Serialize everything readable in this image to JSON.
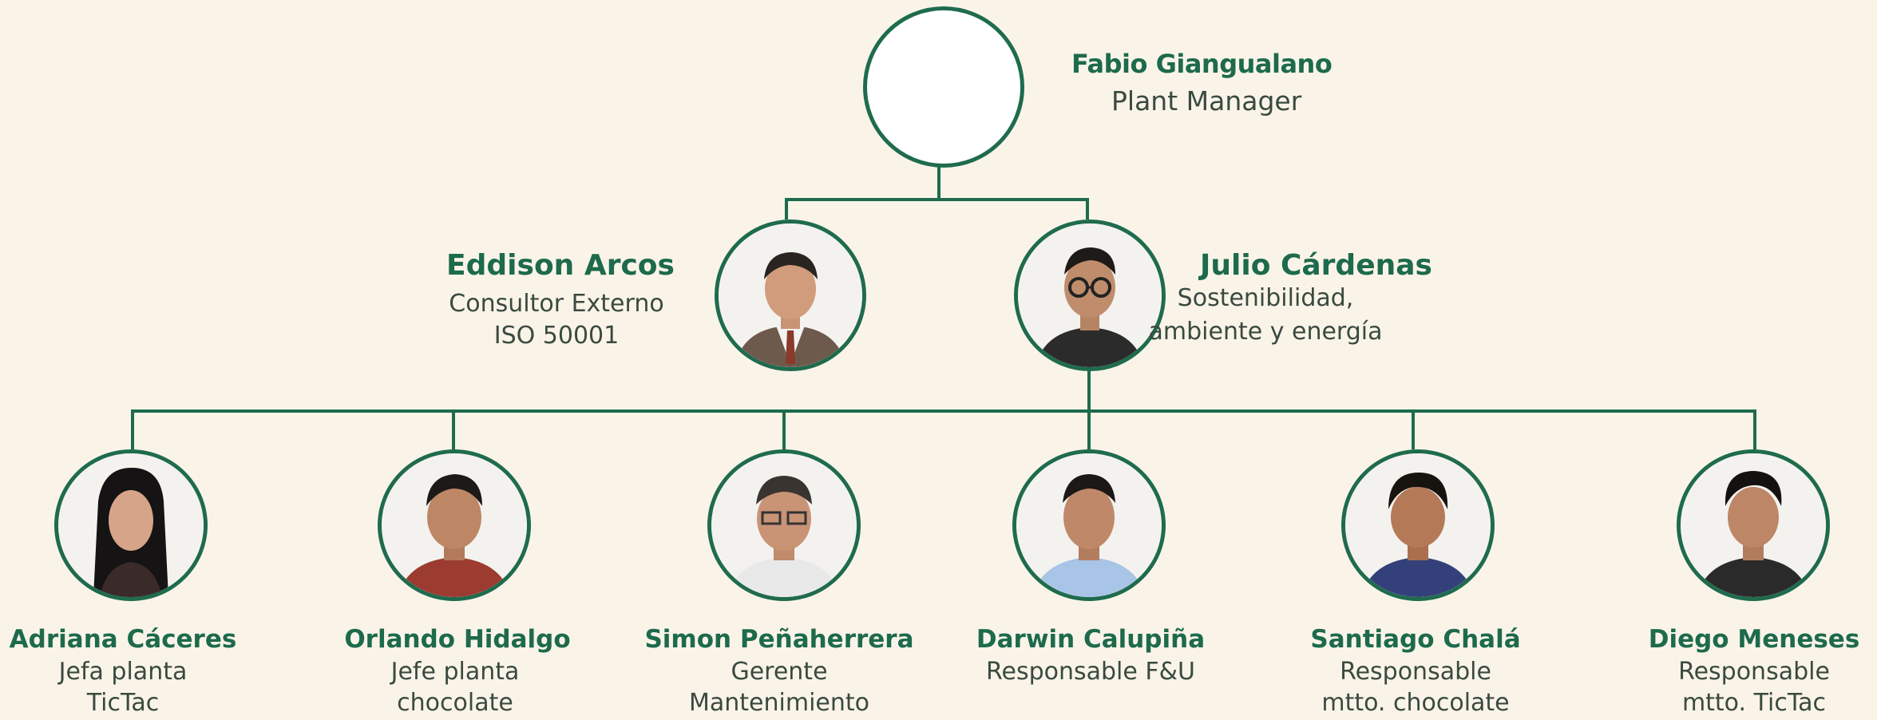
{
  "colors": {
    "accent": "#1d6a4c",
    "line": "#1f6b4e",
    "background": "#faf4e8"
  },
  "top": {
    "name": "Fabio Giangualano",
    "role": "Plant Manager"
  },
  "middle": [
    {
      "name": "Eddison Arcos",
      "role_line1": "Consultor Externo",
      "role_line2": "ISO 50001"
    },
    {
      "name": "Julio Cárdenas",
      "role_line1": "Sostenibilidad,",
      "role_line2": "ambiente y energía"
    }
  ],
  "staff": [
    {
      "name": "Adriana Cáceres",
      "role_line1": "Jefa planta",
      "role_line2": "TicTac"
    },
    {
      "name": "Orlando Hidalgo",
      "role_line1": "Jefe planta",
      "role_line2": "chocolate"
    },
    {
      "name": "Simon Peñaherrera",
      "role_line1": "Gerente",
      "role_line2": "Mantenimiento"
    },
    {
      "name": "Darwin Calupiña",
      "role_line1": "Responsable F&U",
      "role_line2": ""
    },
    {
      "name": "Santiago Chalá",
      "role_line1": "Responsable",
      "role_line2": "mtto. chocolate"
    },
    {
      "name": "Diego Meneses",
      "role_line1": "Responsable",
      "role_line2": "mtto. TicTac"
    }
  ]
}
